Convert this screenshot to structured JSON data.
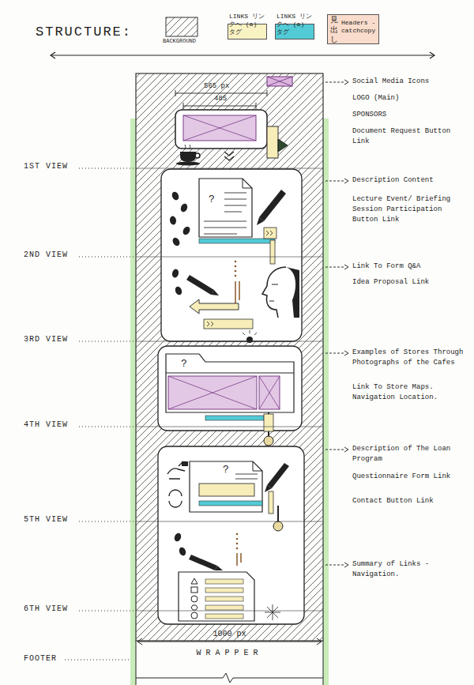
{
  "diagram": {
    "title": "STRUCTURE:",
    "labels": [
      "見出し",
      "565 px",
      "485",
      "1ST VIEW",
      "2ND VIEW",
      "3RD VIEW",
      "4TH VIEW",
      "5TH VIEW",
      "6TH VIEW",
      "FOOTER",
      "1000 px",
      "WRAPPER",
      "Social Media Icons",
      "LOGO (Main)",
      "SPONSORS",
      "Document Request Button Link",
      "Description Content",
      "Lecture Event/ Briefing Session Participation Button Link",
      "Link To Form Q&A",
      "Idea Proposal Link",
      "Examples of Stores Through Photographs of the Cafes",
      "Link To Store Maps. Navigation Location.",
      "Description of The Loan Program",
      "Questionnaire Form Link",
      "Contact Button Link",
      "Summary of Links - Navigation.",
      "?",
      "?",
      "?"
    ],
    "legend": [
      {
        "text": "BACKGROUND"
      },
      {
        "text": "LINKS リンクへ (a) タグ",
        "color": "#f9f2c2"
      },
      {
        "text": "LINKS リンクへ (a) タグ",
        "color": "#52cbd6"
      },
      {
        "text": "Headers - catchcopy",
        "color": "#f9dccb"
      }
    ]
  }
}
